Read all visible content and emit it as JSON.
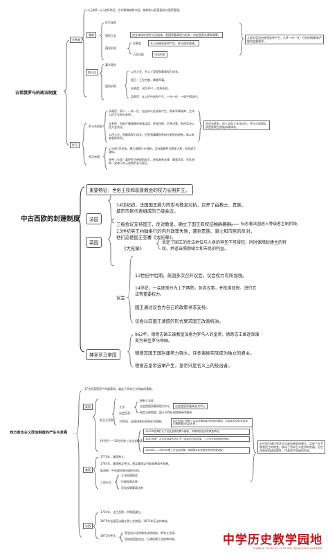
{
  "sec1": {
    "title": "古希腊罗马的政治制度",
    "greece": "古希腊",
    "rome": "罗马",
    "intro": "公元前8~公元前6世纪，古代希腊城邦兴起。城邦的公民直接参与国家管理。",
    "athens": "雅典",
    "athens_origin": "民主城邦",
    "assembly": "国民大会",
    "assembly_desc": "由全体成年男性公民组成，是国家最高权力机关，决定国家法律和政策。",
    "state_organs": "国家机关",
    "council": "议事会",
    "council_desc": "从公民抽签选举产生，参与国家管理。",
    "court": "公民法庭",
    "court_desc": "司法机关",
    "sparta": "斯巴达",
    "oligarchy": "寡头政治",
    "sp_assembly": "公民大会：名义上是国家最高权力机关。",
    "sp_kings": "国王：王位世袭，掌管军事。",
    "sp_council": "长老会：议员30人，终身任职。",
    "sp_ephor": "监察官：从公民中选举产生，一年一任，一般不得连任。",
    "right_note": "大部分官员由抽签选举产生，大多一年一任，任何时期都有严格的监督要求。",
    "republic": "罗马共和国",
    "empire": "罗马帝国",
    "consul": "执政官：两人，一年一任，由全体公民选举产生，拥有军事统帅、主持公民大会和元老院。",
    "senate": "元老院：由财产最雄厚的贵族组成，终身任职，负责决策，有时否决公民大会决议。",
    "centuriate": "公民大会：是最高权力机关，但受到寡廉首贵和元老院的限制，难以有效发挥作用。",
    "republic_note": "官员无薪金，你人实际上无法出任。罗马与和国实质是奴隶主贵族执政体系。",
    "emp1": "公元前1世纪末，屋大维建立元首制，实际掌握罗马国家大权，形成君主政体。",
    "emp2": "皇帝（元首）掌控罗马帝国的权力，逐渐具有法律、最高法官、军队统帅，皇帝只对元老院负责与国王。"
  },
  "sec2": {
    "title": "中古西欧的封建制度",
    "feature": "重要特征：世俗王权和基督教会的权力长期并立。",
    "france": "法国",
    "fr1": "14世纪初，法国国王腓力四世与教皇对抗，召开了由教士、贵族、",
    "fr2": "城市市民代表组成的三级会议。",
    "fr3": "三级会议支持国王，反对教皇，确立了国王有权征税的原则。",
    "fr_note": "标志着法国进入等级君主制阶段。",
    "england": "英国",
    "en1": "13世纪英王约翰奉行的内外政策失败，遭到贵族、骑士和市民的反对，",
    "en2": "他们迫使国王签署《大宪章》。",
    "magna": "《大宪章》",
    "mg1": "肯定了国王的合法地位与人身的神圣不可侵犯，同时保障封建主的特",
    "mg2": "权，并适当照顾骑士和市民的利益。",
    "parliament": "议会",
    "pa1": "13世纪中后期，英国多次召开议会，议会权力有所加强。",
    "pa2a": "14世纪，一会逐渐分为上下两院，各自议事，并批准征税、进行立",
    "pa2b": "法等重要权力。",
    "pa3": "国王通过议会为自己的政策寻求支持。",
    "pa4": "议会以向国王请愿的形式要求国王改善统治。",
    "hre": "神圣罗马帝国",
    "hr1a": "962年，德意志国王被教皇加冕为罗马人的皇帝，德意志王国逐渐演",
    "hr1b": "变为神圣罗马帝国。",
    "hr2": "德意志国王国封建势力强大，许多诸侯实际成为独立的君主。",
    "hr3": "德意志皇帝选举产生，皇帝只是名义上的统治者。"
  },
  "sec3": {
    "title": "西方资本主义政治制度的产生与发展",
    "top_note": "17世纪英国资产阶级革命，奠定了资本主义制度的基础。",
    "uk": "英国",
    "constitutional": "君主立宪制",
    "sub1": "立法",
    "sub1a": "拥有立法权",
    "sub1b": "议会是国家最高权力中心",
    "sub1c": "议会至高",
    "sub1d": "制定法律制度，国王不得征税和拥有常备军",
    "cab": "18世纪，英国逐渐形成责任内阁制。",
    "cab_desc": "国王的权力受到了议会法律和宪法传统的限制，并组成多党轮流执政，内阁需要向议会负责。",
    "elec": "19世纪——20世纪的三次议会改革",
    "e1": "1832年改革扩大了议会选举的群众基础，中等阶层逐步获得选举权。",
    "e2": "1867年第二次议会改革大大扩大了选民的社会范围，工人也开始获得选举权。",
    "e3": "1884年——1885年第三次议会改革，英国基本实现成年男性的普选权。",
    "us": "美国",
    "us1": "1776年，美国独立。",
    "us2": "1787年，美国制定宪法，规定美国实行联邦制和共和制。",
    "us3": "联邦制：中央政府和州政府分权。",
    "sep": "三权分立",
    "sep1": "立法权属国会",
    "sep2": "行政权属总统",
    "sep3": "司法权属最高法院",
    "fr": "法国",
    "fr1": "1792年，法兰西第一共和国建立。",
    "fr2": "1875年法国宪法确立第三共和国，1875年宪法共和制。",
    "fr3": "1875年宪法",
    "fr3a": "国会由众议院和参议院组成，拥有立法权。",
    "fr3b": "总统由国会选出，行政权属于总统和内阁。",
    "right_note": "近代西方通过资本主义政治制度的建立，实现了从专制到民主的转变，推动了资本主义经济的发展，但它也具有阶级局限性，代表资产阶级的利益。"
  },
  "logo": {
    "main": "中学历史教学园地",
    "sub": "MIDDLE SCHOOL HISTORY TEACHING GARDEN"
  },
  "colors": {
    "logo_red": "#c0171c",
    "line": "#555555"
  }
}
